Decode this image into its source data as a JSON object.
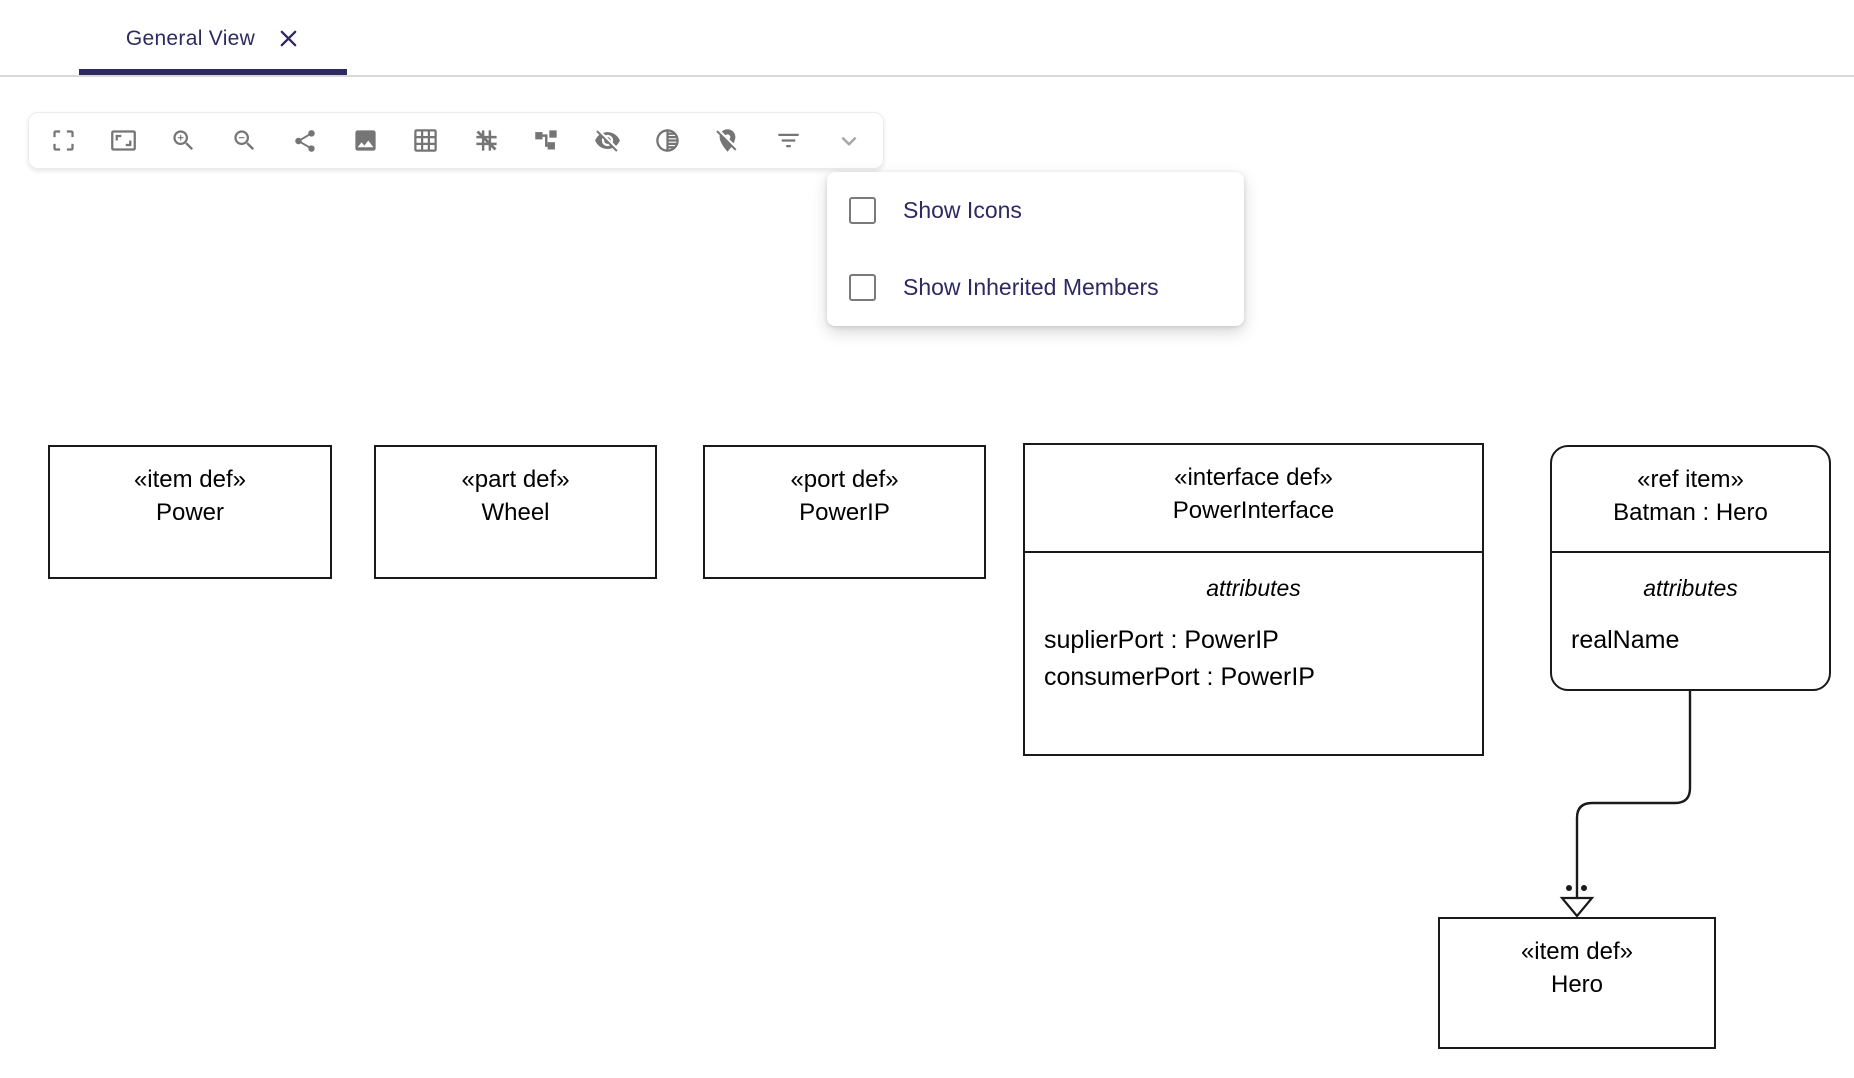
{
  "colors": {
    "accent_navy": "#2d2961",
    "icon_gray": "#757575",
    "node_border": "#1a1a1a",
    "tab_divider": "#d9d9d9"
  },
  "tab": {
    "label": "General View"
  },
  "toolbar": {
    "icons": [
      "fullscreen",
      "fit-to-screen",
      "zoom-in",
      "zoom-out",
      "share",
      "export-image",
      "grid",
      "snap-to-grid-off",
      "arrange-all",
      "hide-elements",
      "fade-elements",
      "unpin-elements",
      "filter",
      "expand-more"
    ]
  },
  "dropdown": {
    "items": [
      {
        "label": "Show Icons",
        "checked": false
      },
      {
        "label": "Show Inherited Members",
        "checked": false
      }
    ]
  },
  "diagram": {
    "nodes": [
      {
        "stereotype": "«item def»",
        "name": "Power"
      },
      {
        "stereotype": "«part def»",
        "name": "Wheel"
      },
      {
        "stereotype": "«port def»",
        "name": "PowerIP"
      },
      {
        "stereotype": "«interface def»",
        "name": "PowerInterface",
        "compartment_label": "attributes",
        "attributes": [
          "suplierPort : PowerIP",
          "consumerPort : PowerIP"
        ]
      },
      {
        "stereotype": "«ref item»",
        "name": "Batman : Hero",
        "compartment_label": "attributes",
        "attributes": [
          "realName"
        ]
      },
      {
        "stereotype": "«item def»",
        "name": "Hero"
      }
    ],
    "edge": {
      "from": "Batman : Hero",
      "to": "Hero"
    }
  }
}
